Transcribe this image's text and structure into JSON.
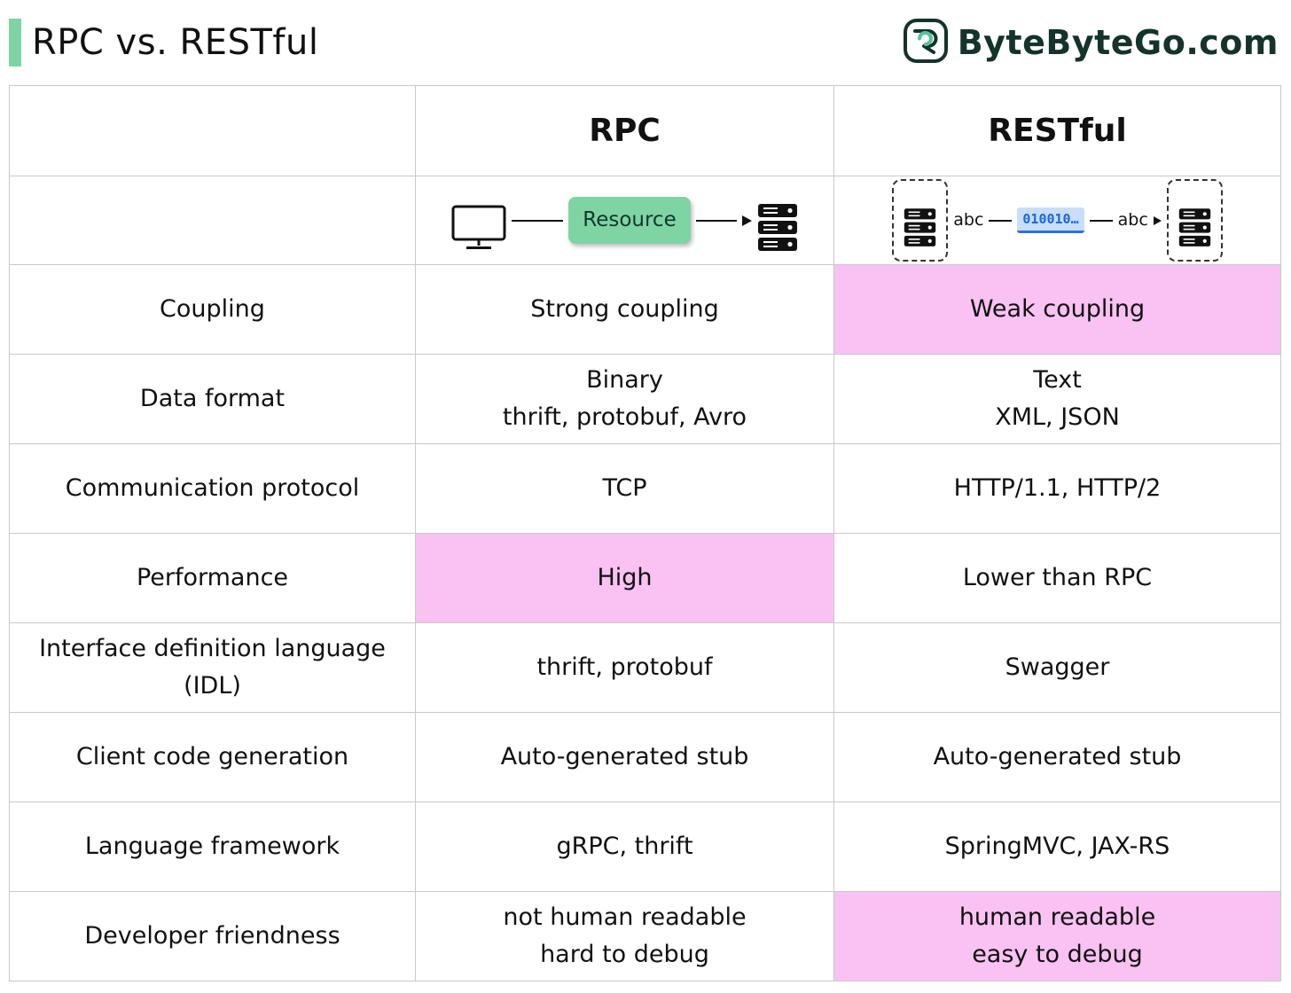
{
  "colors": {
    "accent_green": "#7fd4a4",
    "highlight_pink": "#f9c2f2",
    "border_gray": "#c9c9c9",
    "sel_blue_bg": "#c9defb",
    "sel_blue_text": "#1766e0"
  },
  "header": {
    "title": "RPC vs. RESTful",
    "brand": "ByteByteGo.com"
  },
  "table": {
    "columns": [
      "",
      "RPC",
      "RESTful"
    ],
    "diagram": {
      "rpc": {
        "resource_label": "Resource"
      },
      "restful": {
        "left_label": "abc",
        "middle_label": "010010…",
        "right_label": "abc"
      }
    },
    "rows": [
      {
        "label": "Coupling",
        "rpc": "Strong coupling",
        "restful": "Weak coupling",
        "highlight": "restful"
      },
      {
        "label": "Data format",
        "rpc": [
          "Binary",
          "thrift, protobuf, Avro"
        ],
        "restful": [
          "Text",
          "XML, JSON"
        ],
        "highlight": ""
      },
      {
        "label": "Communication protocol",
        "rpc": "TCP",
        "restful": "HTTP/1.1, HTTP/2",
        "highlight": ""
      },
      {
        "label": "Performance",
        "rpc": "High",
        "restful": "Lower than RPC",
        "highlight": "rpc"
      },
      {
        "label": [
          "Interface definition language",
          "(IDL)"
        ],
        "rpc": "thrift, protobuf",
        "restful": "Swagger",
        "highlight": ""
      },
      {
        "label": "Client code generation",
        "rpc": "Auto-generated stub",
        "restful": "Auto-generated stub",
        "highlight": ""
      },
      {
        "label": "Language framework",
        "rpc": "gRPC, thrift",
        "restful": "SpringMVC, JAX-RS",
        "highlight": ""
      },
      {
        "label": "Developer friendness",
        "rpc": [
          "not human readable",
          "hard to debug"
        ],
        "restful": [
          "human readable",
          "easy to debug"
        ],
        "highlight": "restful"
      }
    ]
  }
}
